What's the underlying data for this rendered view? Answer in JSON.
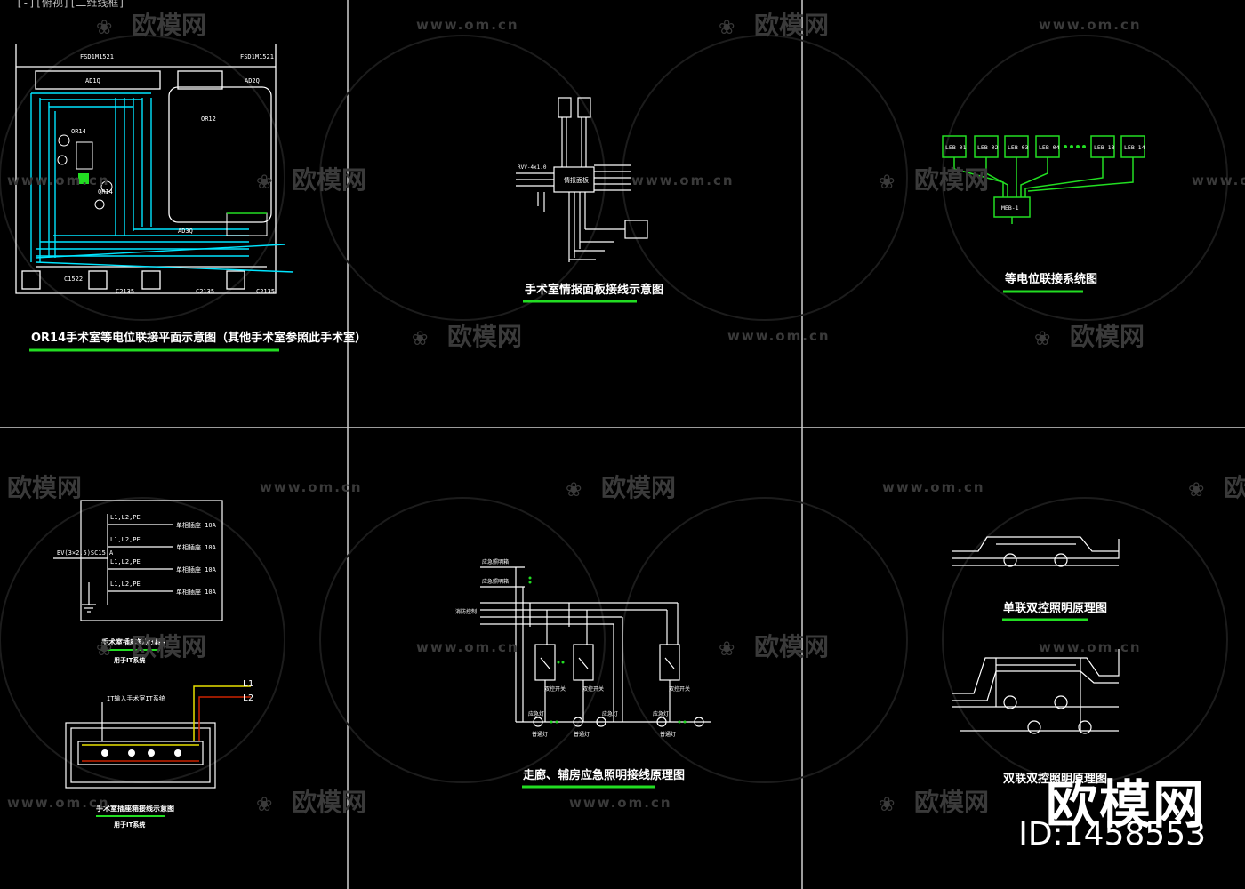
{
  "viewport_label": "[-][俯视][二维线框]",
  "brand": {
    "name": "欧模网",
    "id_text": "ID:1458553"
  },
  "watermark": {
    "cn": "欧模网",
    "url": "www.om.cn"
  },
  "colors": {
    "background": "#000000",
    "line": "#ffffff",
    "cyan": "#00e5ff",
    "green": "#22dd22",
    "yellow": "#e8e000",
    "red": "#cc2200",
    "divider": "#cfcfcf"
  },
  "panels": {
    "p1": {
      "title": "OR14手术室等电位联接平面示意图（其他手术室参照此手术室）",
      "labels": [
        "FSD1M1521",
        "FSD1M1521",
        "AD1Q",
        "AD2Q",
        "OR14",
        "OR12",
        "AD3Q",
        "C1522",
        "C2135",
        "C2135",
        "C2135",
        "QR14"
      ]
    },
    "p2": {
      "title": "手术室情报面板接线示意图",
      "center_label": "情报面板",
      "left_label": "RVV-4x1.0"
    },
    "p3": {
      "title": "等电位联接系统图",
      "boxes": [
        "LEB-01",
        "LEB-02",
        "LEB-03",
        "LEB-04",
        "LEB-13",
        "LEB-14"
      ],
      "main_box": "MEB-1"
    },
    "p4": {
      "feeder": "BV(3×2.5)SC15 A",
      "rows": [
        {
          "phase": "L1,L2,PE",
          "desc": "单相插座  10A"
        },
        {
          "phase": "L1,L2,PE",
          "desc": "单相插座  10A"
        },
        {
          "phase": "L1,L2,PE",
          "desc": "单相插座  10A"
        },
        {
          "phase": "L1,L2,PE",
          "desc": "单相插座  10A"
        }
      ],
      "caption1": "手术室插座箱原理图",
      "caption1_sub": "用于IT系统",
      "box_label": "IT输入手术室IT系统",
      "line_labels": [
        "L1",
        "L2"
      ],
      "caption2": "手术室插座箱接线示意图",
      "caption2_sub": "用于IT系统"
    },
    "p5": {
      "title": "走廊、辅房应急照明接线原理图",
      "labels": [
        "应急照明箱",
        "应急照明箱",
        "消防控制",
        "双控开关",
        "双控开关",
        "双控开关",
        "应急灯",
        "应急灯",
        "应急灯",
        "普通灯",
        "普通灯",
        "普通灯"
      ]
    },
    "p6": {
      "title1": "单联双控照明原理图",
      "title2": "双联双控照明原理图"
    }
  }
}
